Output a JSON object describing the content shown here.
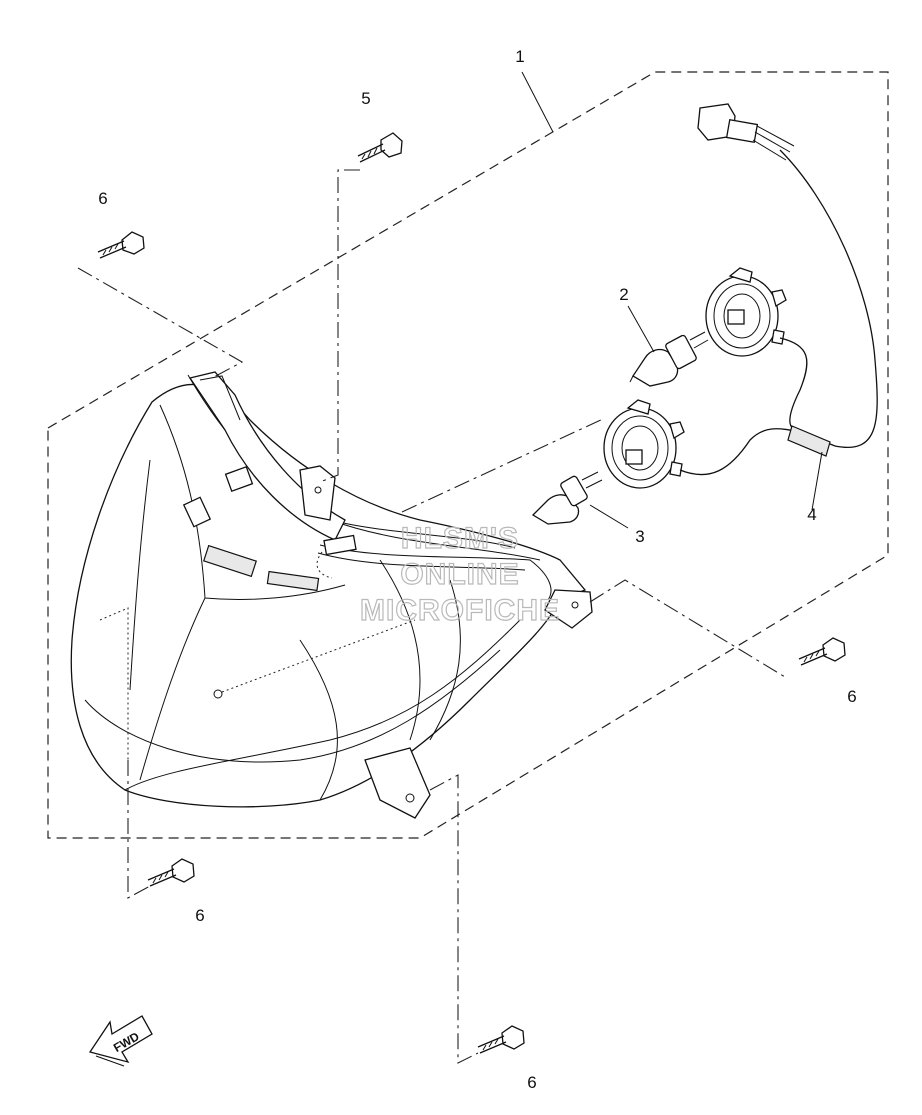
{
  "diagram": {
    "callouts": [
      "1",
      "2",
      "3",
      "4",
      "5",
      "6",
      "6",
      "6",
      "6"
    ],
    "watermark": [
      "HLSM'S",
      "ONLINE",
      "MICROFICHE"
    ],
    "fwd_label": "FWD"
  }
}
